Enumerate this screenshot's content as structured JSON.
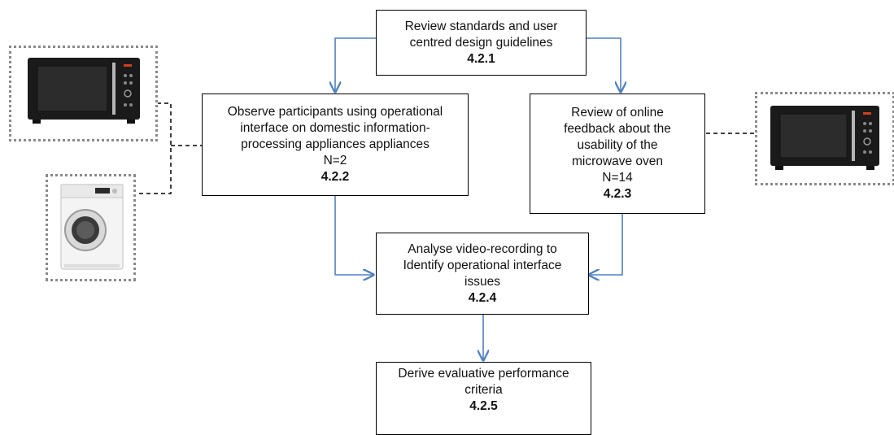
{
  "boxes": {
    "b1": {
      "lines": [
        "Review standards and user",
        "centred design guidelines"
      ],
      "num": "4.2.1"
    },
    "b2": {
      "lines": [
        "Observe participants using operational",
        "interface on domestic information-",
        "processing  appliances appliances",
        "N=2"
      ],
      "num": "4.2.2"
    },
    "b3": {
      "lines": [
        "Review of online",
        "feedback about the",
        "usability of the",
        "microwave oven",
        "N=14"
      ],
      "num": "4.2.3"
    },
    "b4": {
      "lines": [
        "Analyse video-recording to",
        "Identify operational interface",
        "issues"
      ],
      "num": "4.2.4"
    },
    "b5": {
      "lines": [
        "Derive evaluative performance",
        "criteria"
      ],
      "num": "4.2.5"
    }
  },
  "appliances": {
    "microwave_left": "microwave-oven-image",
    "washer_left": "washing-machine-image",
    "microwave_right": "microwave-oven-image"
  },
  "colors": {
    "arrow": "#4f81bd",
    "border": "#000000",
    "dashed_connector": "#000000",
    "frame": "#8a8a8a"
  }
}
